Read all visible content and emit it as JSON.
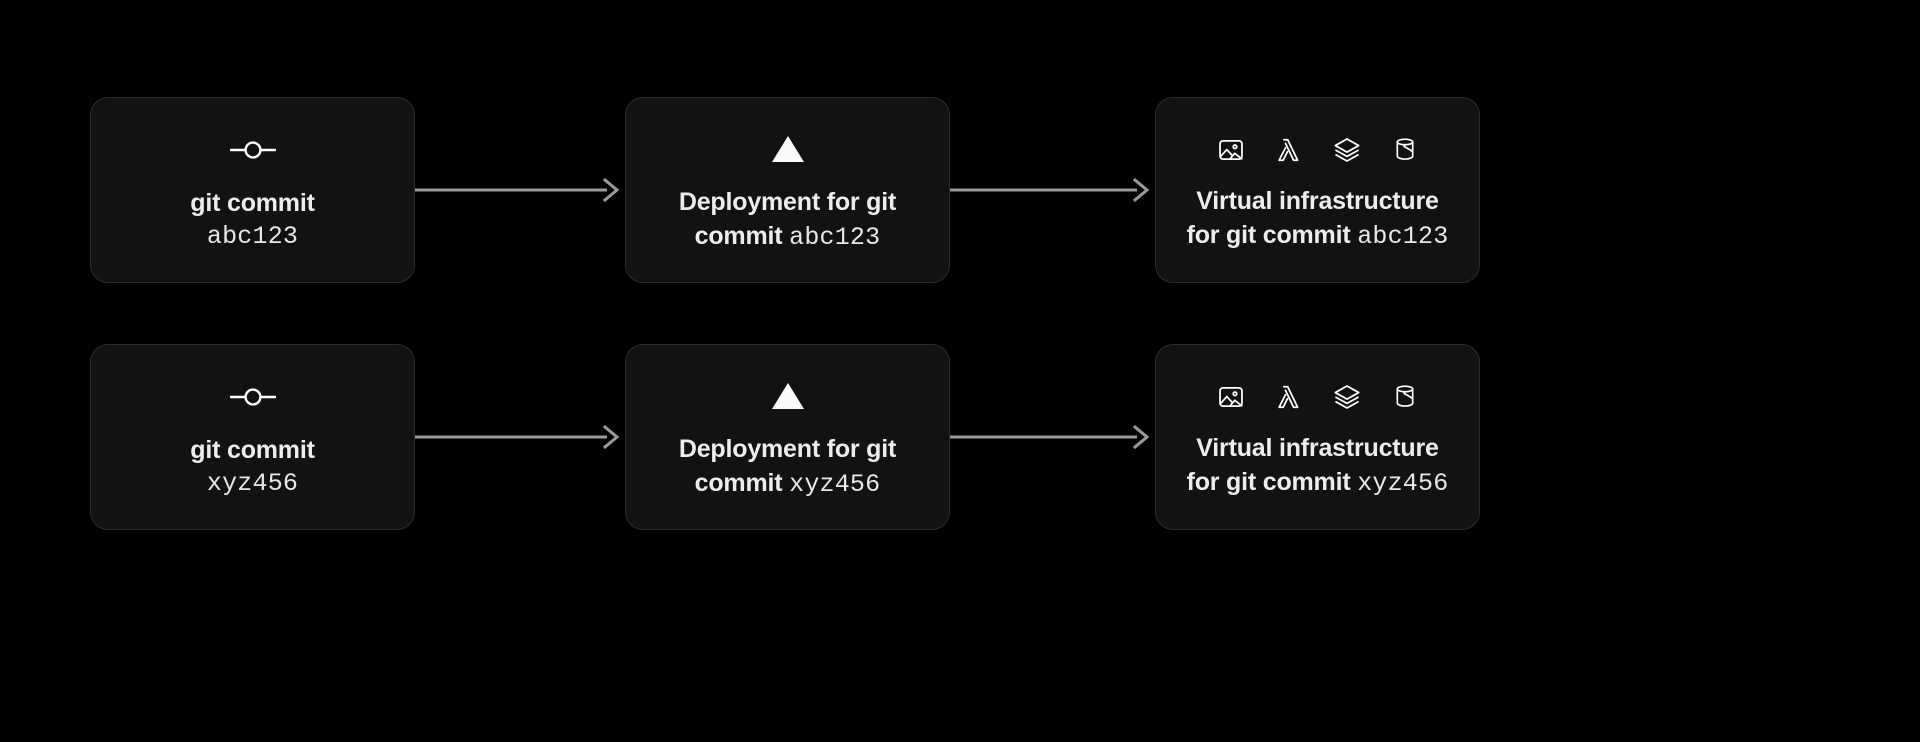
{
  "theme": {
    "page_background": "#000000",
    "card_background": "#121212",
    "card_border": "#2b2b2b",
    "text_color": "#ededed",
    "arrow_color": "#9a9a9a",
    "icon_color": "#ffffff"
  },
  "diagram": {
    "type": "flow",
    "rows": [
      {
        "commit_hash": "abc123",
        "nodes": [
          {
            "id": "git-commit-abc123",
            "icon": "git-commit-icon",
            "title_bold": "git commit",
            "title_mono": "abc123",
            "layout": "two-line"
          },
          {
            "id": "deployment-abc123",
            "icon": "vercel-triangle-icon",
            "title_bold": "Deployment for git commit",
            "title_mono": "abc123",
            "layout": "inline"
          },
          {
            "id": "infrastructure-abc123",
            "icons": [
              "image-icon",
              "lambda-icon",
              "layers-icon",
              "bucket-icon"
            ],
            "title_bold": "Virtual infrastructure for git commit",
            "title_mono": "abc123",
            "layout": "inline"
          }
        ],
        "connectors": [
          "arrow-right",
          "arrow-right"
        ]
      },
      {
        "commit_hash": "xyz456",
        "nodes": [
          {
            "id": "git-commit-xyz456",
            "icon": "git-commit-icon",
            "title_bold": "git commit",
            "title_mono": "xyz456",
            "layout": "two-line"
          },
          {
            "id": "deployment-xyz456",
            "icon": "vercel-triangle-icon",
            "title_bold": "Deployment for git commit",
            "title_mono": "xyz456",
            "layout": "inline"
          },
          {
            "id": "infrastructure-xyz456",
            "icons": [
              "image-icon",
              "lambda-icon",
              "layers-icon",
              "bucket-icon"
            ],
            "title_bold": "Virtual infrastructure for git commit",
            "title_mono": "xyz456",
            "layout": "inline"
          }
        ],
        "connectors": [
          "arrow-right",
          "arrow-right"
        ]
      }
    ],
    "labels": {
      "git_commit": "git commit",
      "deployment_prefix_line1": "Deployment for git",
      "deployment_prefix_line2": "commit",
      "infra_prefix_line1": "Virtual infrastructure",
      "infra_prefix_line2": "for git commit",
      "hash_row0": "abc123",
      "hash_row1": "xyz456"
    }
  }
}
